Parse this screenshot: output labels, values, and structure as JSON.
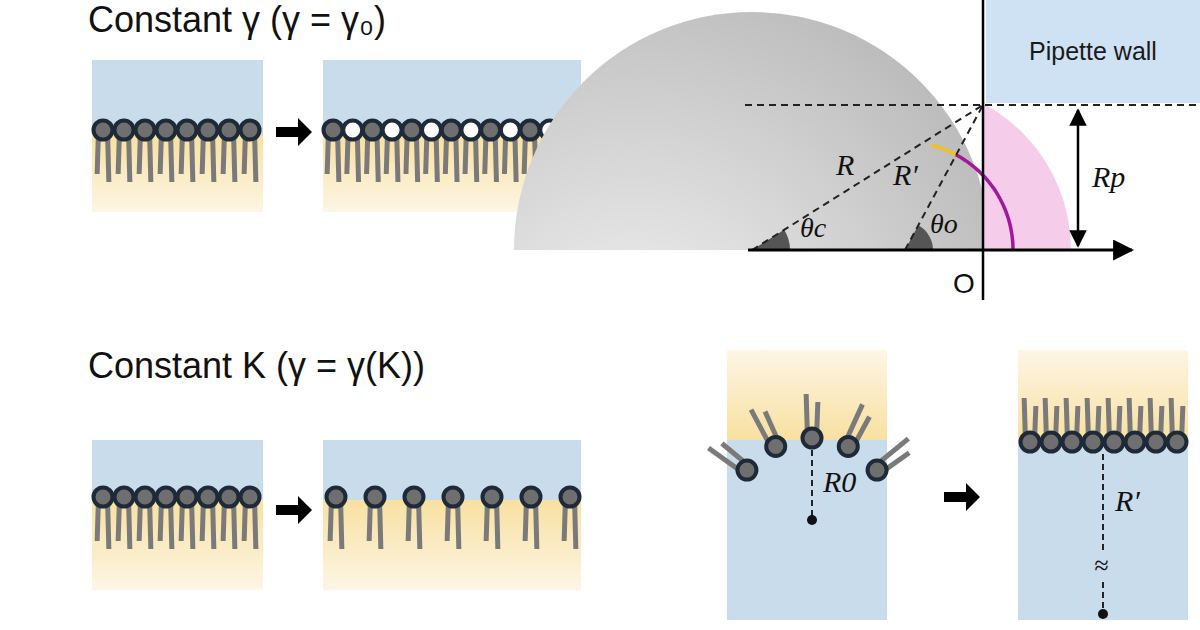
{
  "diagram": {
    "nodes": [
      {
        "text": [
          "Pipette wall"
        ]
      }
    ],
    "labels": [
      "Constant γ (γ = γ₀)",
      "Constant K (γ = γ(K))",
      "R",
      "R′",
      "θc",
      "θo",
      "Rp",
      "O",
      "R0",
      "R′",
      "≈"
    ]
  }
}
